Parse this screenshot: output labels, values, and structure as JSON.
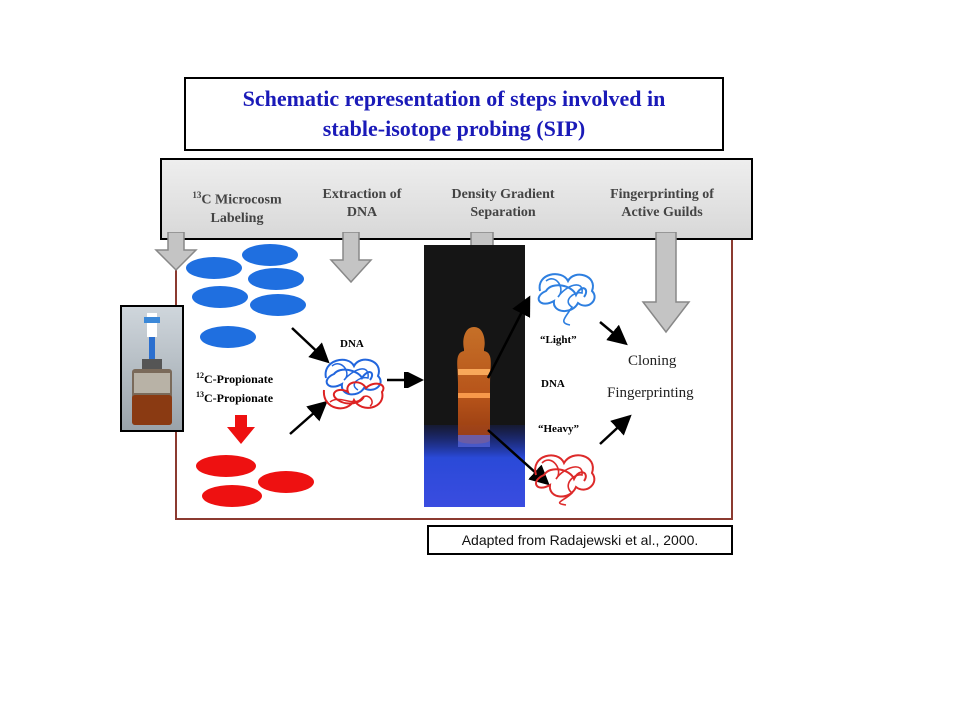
{
  "title": {
    "line1": "Schematic representation of steps involved in",
    "line2": "stable-isotope probing (SIP)"
  },
  "steps": [
    {
      "sup": "13",
      "line1": "C Microcosm",
      "line2": "Labeling"
    },
    {
      "line1": "Extraction of",
      "line2": "DNA"
    },
    {
      "line1": "Density Gradient",
      "line2": "Separation"
    },
    {
      "line1": "Fingerprinting of",
      "line2": "Active Guilds"
    }
  ],
  "labels": {
    "propionate12_sup": "12",
    "propionate12": "C-Propionate",
    "propionate13_sup": "13",
    "propionate13": "C-Propionate",
    "dna": "DNA",
    "light": "“Light”",
    "dna_mid": "DNA",
    "heavy": "“Heavy”",
    "cloning": "Cloning",
    "fingerprinting": "Fingerprinting"
  },
  "credit": "Adapted from Radajewski et al., 2000.",
  "colors": {
    "title_text": "#1a1ab8",
    "blue_ellipse": "#1f6fe0",
    "red_ellipse": "#ee1111",
    "frame_border": "#8b3a30",
    "gray_arrow": "#c4c4c4"
  }
}
